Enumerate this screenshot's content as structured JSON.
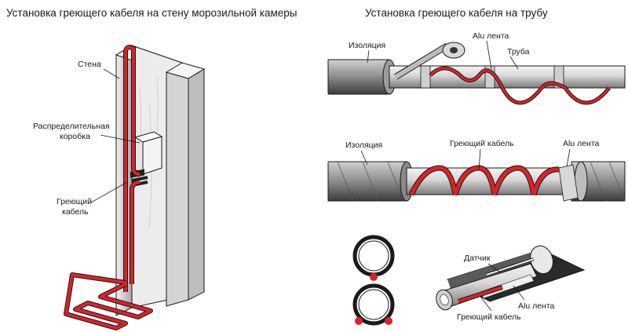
{
  "titles": {
    "wall": "Установка греющего кабеля на стену морозильной камеры",
    "pipe": "Установка греющего кабеля на трубу"
  },
  "wall_labels": {
    "wall": "Стена",
    "junction_box_1": "Распределительная",
    "junction_box_2": "коробка",
    "cable_1": "Греющий",
    "cable_2": "кабель"
  },
  "pipe1_labels": {
    "insulation": "Изоляция",
    "alu_tape": "Alu лента",
    "pipe": "Труба"
  },
  "pipe2_labels": {
    "insulation": "Изоляция",
    "heating_cable": "Греющий кабель",
    "alu_tape": "Alu лента"
  },
  "pipe3_labels": {
    "sensor": "Датчик",
    "alu_tape": "Alu лента",
    "heating_cable": "Греющий кабель"
  },
  "colors": {
    "cable": "#d8232a",
    "outline": "#1a1a1a",
    "metal": "#c9c9c9"
  }
}
